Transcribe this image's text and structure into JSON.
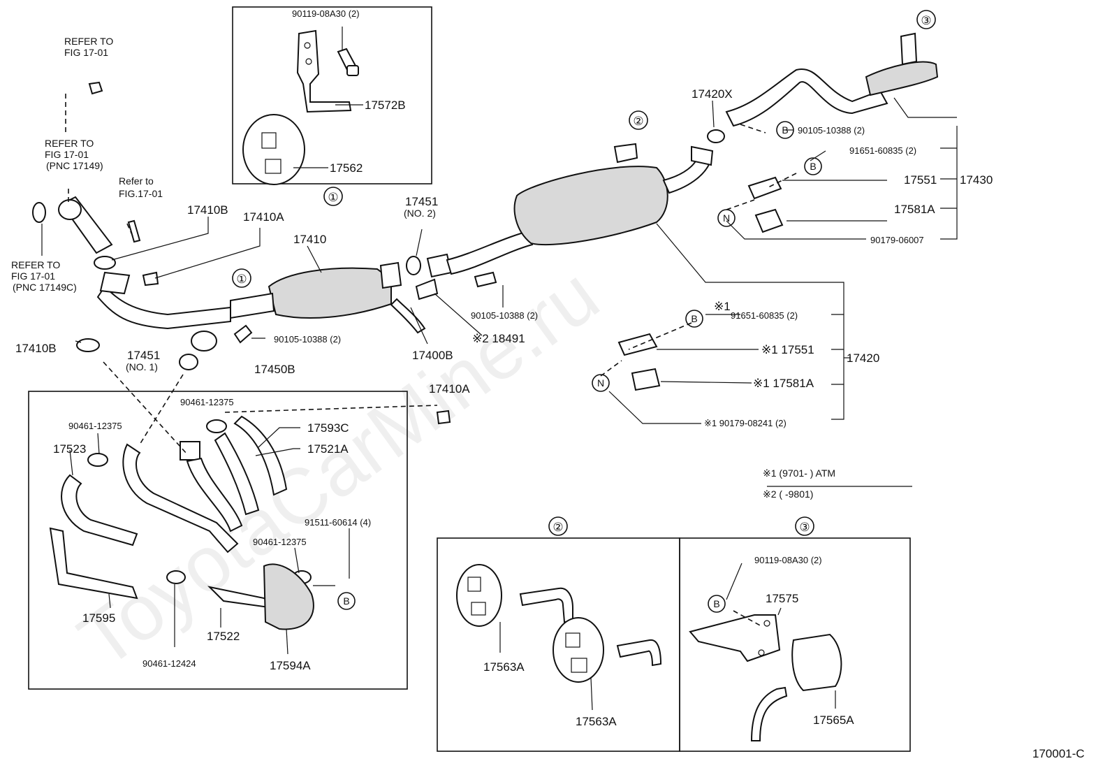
{
  "watermark": "ToyotaCarMine.ru",
  "figure_code": "170001-C",
  "notes": {
    "note1": "※1 (9701-     ) ATM",
    "note2": "※2 (     -9801)"
  },
  "refs": {
    "refer1_a": "REFER TO",
    "refer1_b": "FIG 17-01",
    "refer2_a": "REFER TO",
    "refer2_b": "FIG 17-01",
    "refer2_c": "(PNC 17149)",
    "refer3_a": "Refer to",
    "refer3_b": "FIG.17-01",
    "refer4_a": "REFER TO",
    "refer4_b": "FIG 17-01",
    "refer4_c": "(PNC 17149C)"
  },
  "callouts": {
    "c1_top": "①",
    "c1_mid": "①",
    "c2_top": "②",
    "c2_box": "②",
    "c3_top": "③",
    "c3_box": "③",
    "b1": "B",
    "b2": "B",
    "b3": "B",
    "b4": "B",
    "b5": "B",
    "n1": "N",
    "n2": "N"
  },
  "labels": {
    "p90119_top": "90119-08A30 (2)",
    "p17572B": "17572B",
    "p17562": "17562",
    "p17410B_top": "17410B",
    "p17410A_top": "17410A",
    "p17410": "17410",
    "p17451_no2_a": "17451",
    "p17451_no2_b": "(NO. 2)",
    "p90105_mid": "90105-10388 (2)",
    "p90105_left": "90105-10388 (2)",
    "p18491": "※2 18491",
    "p17400B": "17400B",
    "p17410B_left": "17410B",
    "p17451_no1_a": "17451",
    "p17451_no1_b": "(NO. 1)",
    "p17450B": "17450B",
    "p17410A_mid": "17410A",
    "p90461_a": "90461-12375",
    "p90461_b": "90461-12375",
    "p17593C": "17593C",
    "p17521A": "17521A",
    "p17523": "17523",
    "p91511": "91511-60614 (4)",
    "p90461_c": "90461-12375",
    "p17595": "17595",
    "p17522": "17522",
    "p90461_12424": "90461-12424",
    "p17594A": "17594A",
    "p17420X": "17420X",
    "p90105_right": "90105-10388 (2)",
    "p91651_top": "91651-60835 (2)",
    "p17551_top": "17551",
    "p17430": "17430",
    "p17581A_top": "17581A",
    "p90179_06007": "90179-06007",
    "p91651_mid": "91651-60835 (2)",
    "p17551_mid": "※1 17551",
    "p17420": "17420",
    "p17581A_mid": "※1 17581A",
    "p90179_08241": "※1 90179-08241 (2)",
    "star1": "※1",
    "p17563A_a": "17563A",
    "p17563A_b": "17563A",
    "p90119_box3": "90119-08A30 (2)",
    "p17575": "17575",
    "p17565A": "17565A"
  }
}
